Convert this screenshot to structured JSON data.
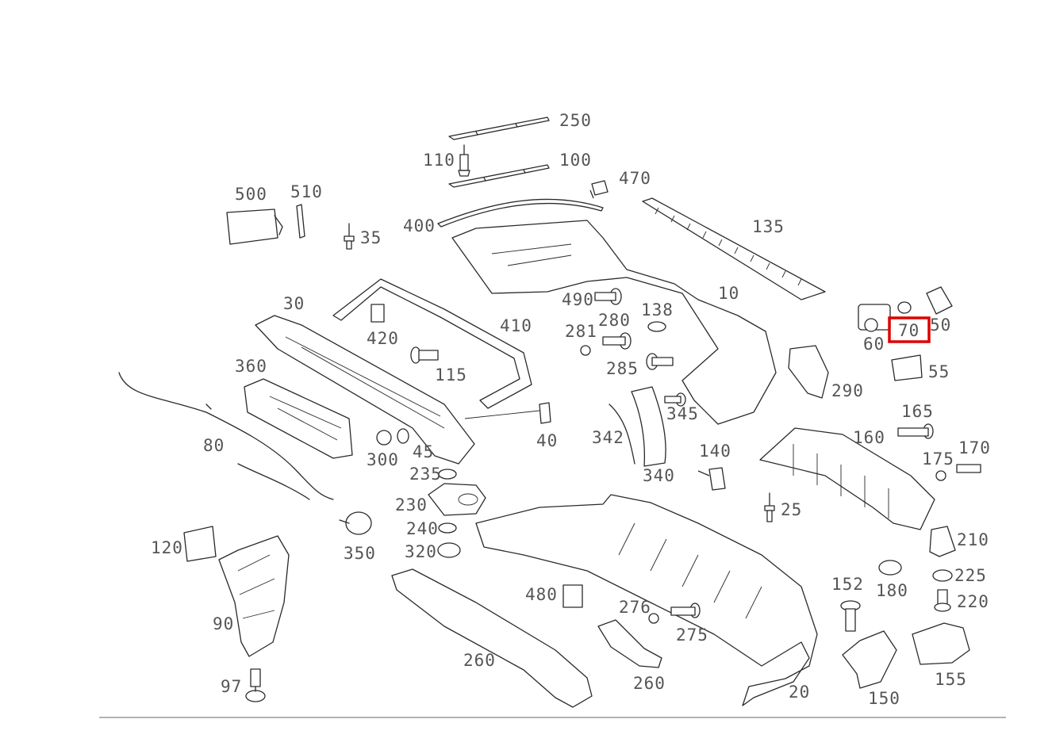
{
  "diagram": {
    "highlight_color": "#e00000",
    "line_color": "#2a2a2a",
    "label_color": "#555555",
    "highlighted_part": "70",
    "callouts": {
      "c250": "250",
      "c110": "110",
      "c100": "100",
      "c470": "470",
      "c500": "500",
      "c510": "510",
      "c35": "35",
      "c400": "400",
      "c135": "135",
      "c10": "10",
      "c30": "30",
      "c410": "410",
      "c420": "420",
      "c490": "490",
      "c138": "138",
      "c281": "281",
      "c280": "280",
      "c60": "60",
      "c70": "70",
      "c50": "50",
      "c55": "55",
      "c360": "360",
      "c115": "115",
      "c285": "285",
      "c290": "290",
      "c345": "345",
      "c165": "165",
      "c160": "160",
      "c80": "80",
      "c300": "300",
      "c45": "45",
      "c40": "40",
      "c342": "342",
      "c140": "140",
      "c170": "170",
      "c175": "175",
      "c235": "235",
      "c340": "340",
      "c230": "230",
      "c25": "25",
      "c240": "240",
      "c210": "210",
      "c120": "120",
      "c350": "350",
      "c320": "320",
      "c180": "180",
      "c225": "225",
      "c152": "152",
      "c220": "220",
      "c90": "90",
      "c480": "480",
      "c276": "276",
      "c275": "275",
      "c260a": "260",
      "c260b": "260",
      "c155": "155",
      "c97": "97",
      "c20": "20",
      "c150": "150"
    }
  }
}
